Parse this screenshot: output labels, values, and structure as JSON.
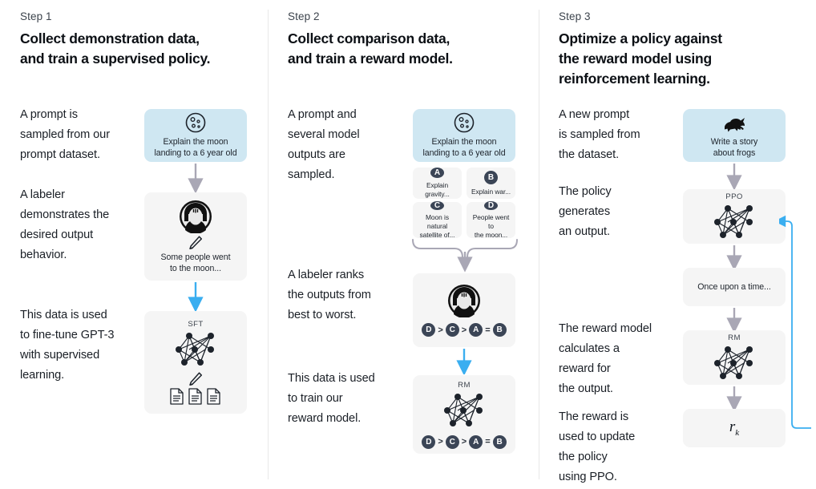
{
  "theme": {
    "bg": "#ffffff",
    "prompt_card_bg": "#cfe7f2",
    "model_card_bg": "#f5f5f5",
    "badge_bg": "#3b4556",
    "arrow_grey": "#a9a7b5",
    "arrow_blue": "#3aaef0",
    "divider": "#e8e8e8",
    "text": "#11171f"
  },
  "columns": [
    {
      "step_label": "Step 1",
      "title_line1": "Collect demonstration data,",
      "title_line2": "and train a supervised policy.",
      "captions": [
        "A prompt is\nsampled from our\nprompt dataset.",
        "A labeler\ndemonstrates the\ndesired output\nbehavior.",
        "This data is used\nto fine-tune GPT-3\nwith supervised\nlearning."
      ],
      "cards": [
        {
          "name": "prompt-card",
          "kind": "prompt",
          "icon": "moon-icon",
          "text": "Explain the moon\nlanding to a 6 year old"
        },
        {
          "name": "labeler-demo-card",
          "kind": "model",
          "icon": "labeler-icon",
          "sub_icon": "pencil-icon",
          "text": "Some people went\nto the moon..."
        },
        {
          "name": "sft-card",
          "kind": "model",
          "icon": "neural-net-icon",
          "label": "SFT",
          "sub_icon": "pencil-icon",
          "extra_icon": "documents-icon"
        }
      ]
    },
    {
      "step_label": "Step 2",
      "title_line1": "Collect comparison data,",
      "title_line2": "and train a reward model.",
      "captions": [
        "A prompt and\nseveral model\noutputs are\nsampled.",
        "A labeler ranks\nthe outputs from\nbest to worst.",
        "This data is used\nto train our\nreward model."
      ],
      "cards": [
        {
          "name": "prompt-card",
          "kind": "prompt",
          "icon": "moon-icon",
          "text": "Explain the moon\nlanding to a 6 year old"
        },
        {
          "name": "labeler-rank-card",
          "kind": "model",
          "icon": "labeler-icon",
          "ranking": [
            "D",
            ">",
            "C",
            ">",
            "A",
            "=",
            "B"
          ]
        },
        {
          "name": "rm-card",
          "kind": "model",
          "icon": "neural-net-icon",
          "label": "RM",
          "ranking": [
            "D",
            ">",
            "C",
            ">",
            "A",
            "=",
            "B"
          ]
        }
      ],
      "options": [
        {
          "badge": "A",
          "text": "Explain gravity..."
        },
        {
          "badge": "B",
          "text": "Explain war..."
        },
        {
          "badge": "C",
          "text": "Moon is natural\nsatellite of..."
        },
        {
          "badge": "D",
          "text": "People went to\nthe moon..."
        }
      ]
    },
    {
      "step_label": "Step 3",
      "title_line1": "Optimize a policy against",
      "title_line2": "the reward model using",
      "title_line3": "reinforcement learning.",
      "captions": [
        "A new prompt\nis sampled from\nthe dataset.",
        "The policy\ngenerates\nan output.",
        "The reward model\ncalculates a\nreward for\nthe output.",
        "The reward is\nused to update\nthe policy\nusing PPO."
      ],
      "cards": [
        {
          "name": "prompt-card",
          "kind": "prompt",
          "icon": "frog-icon",
          "text": "Write a story\nabout frogs"
        },
        {
          "name": "ppo-card",
          "kind": "model",
          "icon": "neural-net-icon",
          "label": "PPO"
        },
        {
          "name": "output-card",
          "kind": "model",
          "text": "Once upon a time..."
        },
        {
          "name": "rm-card",
          "kind": "model",
          "icon": "neural-net-icon",
          "label": "RM"
        },
        {
          "name": "reward-card",
          "kind": "model",
          "reward_symbol": "r",
          "reward_subscript": "k"
        }
      ]
    }
  ]
}
